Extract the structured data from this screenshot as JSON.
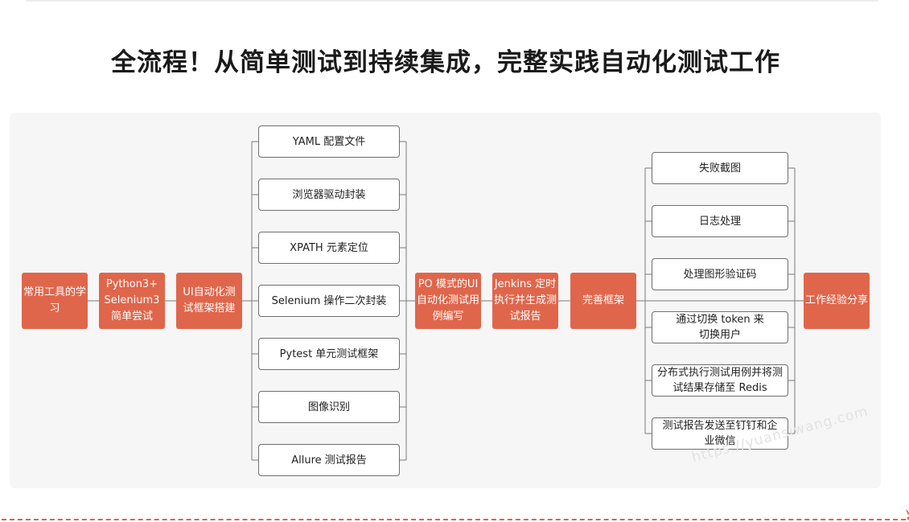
{
  "title": "全流程！从简单测试到持续集成，完整实践自动化测试工作",
  "main_flow": [
    "常用工具的学习",
    "Python3+ Selenium3 简单尝试",
    "UI自动化测试框架搭建",
    "PO 模式的UI自动化测试用例编写",
    "Jenkins 定时执行并生成测试报告",
    "完善框架",
    "工作经验分享"
  ],
  "framework_items": [
    "YAML 配置文件",
    "浏览器驱动封装",
    "XPATH 元素定位",
    "Selenium 操作二次封装",
    "Pytest 单元测试框架",
    "图像识别",
    "Allure 测试报告"
  ],
  "improve_items": [
    "失败截图",
    "日志处理",
    "处理图形验证码",
    "通过切换 token 来切换用户",
    "分布式执行测试用例并将测试结果存储至 Redis",
    "测试报告发送至钉钉和企业微信"
  ],
  "watermark": "https://yuansiwang.com",
  "colors": {
    "accent": "#e0664b",
    "title": "#1a1a1a",
    "panel": "#f6f6f6",
    "connector": "#7a7a7a",
    "dashed_rule": "#e8613f"
  }
}
